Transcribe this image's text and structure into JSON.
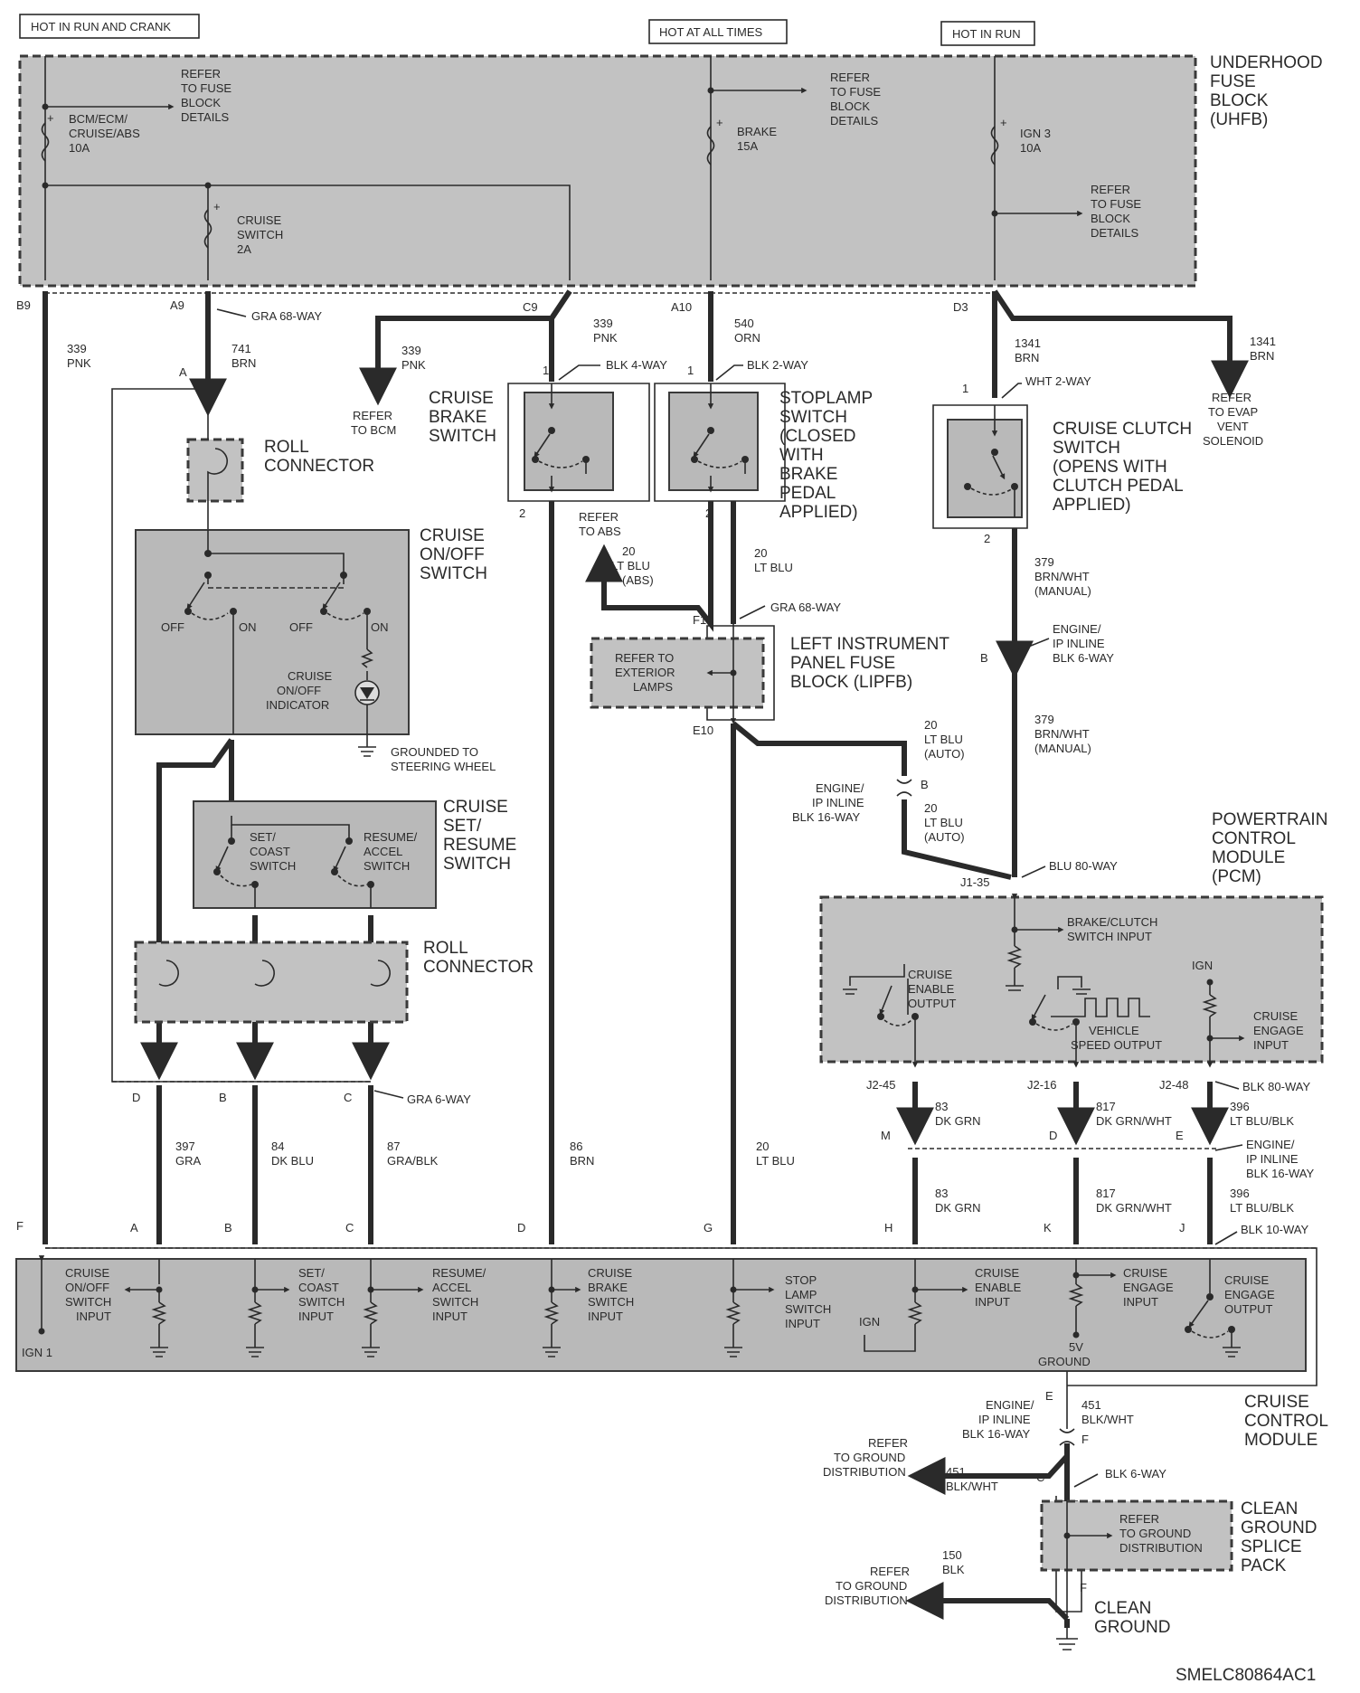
{
  "header": {
    "hot_run_crank": "HOT IN RUN AND CRANK",
    "hot_all_times": "HOT AT ALL TIMES",
    "hot_in_run": "HOT IN RUN"
  },
  "uhfb": {
    "title": [
      "UNDERHOOD",
      "FUSE",
      "BLOCK",
      "(UHFB)"
    ],
    "refer_left": [
      "REFER",
      "TO FUSE",
      "BLOCK",
      "DETAILS"
    ],
    "fuse_bcm": [
      "BCM/ECM/",
      "CRUISE/ABS",
      "10A"
    ],
    "fuse_cruise": [
      "CRUISE",
      "SWITCH",
      "2A"
    ],
    "fuse_brake": [
      "BRAKE",
      "15A"
    ],
    "refer_mid": [
      "REFER",
      "TO FUSE",
      "BLOCK",
      "DETAILS"
    ],
    "fuse_ign3": [
      "IGN 3",
      "10A"
    ],
    "refer_right": [
      "REFER",
      "TO FUSE",
      "BLOCK",
      "DETAILS"
    ]
  },
  "pins_top": {
    "b9": "B9",
    "a9": "A9",
    "c9": "C9",
    "a10": "A10",
    "d3": "D3",
    "gra68": "GRA 68-WAY"
  },
  "wires": {
    "w339_left": [
      "339",
      "PNK"
    ],
    "w741": [
      "741",
      "BRN"
    ],
    "w339_bcm": [
      "339",
      "PNK"
    ],
    "w339_brake": [
      "339",
      "PNK"
    ],
    "w540": [
      "540",
      "ORN"
    ],
    "w1341_a": [
      "1341",
      "BRN"
    ],
    "w1341_b": [
      "1341",
      "BRN"
    ],
    "w20_abs": [
      "20",
      "LT BLU",
      "(ABS)"
    ],
    "w20_lt": [
      "20",
      "LT BLU"
    ],
    "w379_top": [
      "379",
      "BRN/WHT",
      "(MANUAL)"
    ],
    "w379_bot": [
      "379",
      "BRN/WHT",
      "(MANUAL)"
    ],
    "w20_auto_a": [
      "20",
      "LT BLU",
      "(AUTO)"
    ],
    "w20_auto_b": [
      "20",
      "LT BLU",
      "(AUTO)"
    ],
    "w397": [
      "397",
      "GRA"
    ],
    "w84": [
      "84",
      "DK BLU"
    ],
    "w87": [
      "87",
      "GRA/BLK"
    ],
    "w86": [
      "86",
      "BRN"
    ],
    "w20_bot": [
      "20",
      "LT BLU"
    ],
    "w83_a": [
      "83",
      "DK GRN"
    ],
    "w817_a": [
      "817",
      "DK GRN/WHT"
    ],
    "w396_a": [
      "396",
      "LT BLU/BLK"
    ],
    "w83_b": [
      "83",
      "DK GRN"
    ],
    "w817_b": [
      "817",
      "DK GRN/WHT"
    ],
    "w396_b": [
      "396",
      "LT BLU/BLK"
    ],
    "w451_a": [
      "451",
      "BLK/WHT"
    ],
    "w451_b": [
      "451",
      "BLK/WHT"
    ],
    "w150": [
      "150",
      "BLK"
    ]
  },
  "left": {
    "pin_a": "A",
    "roll_connector": [
      "ROLL",
      "CONNECTOR"
    ],
    "onoff_title": [
      "CRUISE",
      "ON/OFF",
      "SWITCH"
    ],
    "off1": "OFF",
    "on1": "ON",
    "off2": "OFF",
    "on2": "ON",
    "indicator": [
      "CRUISE",
      "ON/OFF",
      "INDICATOR"
    ],
    "grounded": [
      "GROUNDED TO",
      "STEERING WHEEL"
    ],
    "setres_title": [
      "CRUISE",
      "SET/",
      "RESUME",
      "SWITCH"
    ],
    "set_coast": [
      "SET/",
      "COAST",
      "SWITCH"
    ],
    "resume_accel": [
      "RESUME/",
      "ACCEL",
      "SWITCH"
    ],
    "roll_connector2": [
      "ROLL",
      "CONNECTOR"
    ],
    "pin_d": "D",
    "pin_b": "B",
    "pin_c": "C",
    "gra6": "GRA 6-WAY"
  },
  "mid": {
    "refer_bcm": [
      "REFER",
      "TO BCM"
    ],
    "brake_title": [
      "CRUISE",
      "BRAKE",
      "SWITCH"
    ],
    "blk4": "BLK 4-WAY",
    "blk2": "BLK 2-WAY",
    "pin1a": "1",
    "pin1b": "1",
    "pin2a": "2",
    "pin2b": "2",
    "stoplamp_title": [
      "STOPLAMP",
      "SWITCH",
      "(CLOSED",
      "WITH",
      "BRAKE",
      "PEDAL",
      "APPLIED)"
    ],
    "refer_abs": [
      "REFER",
      "TO ABS"
    ],
    "gra68": "GRA 68-WAY",
    "f10": "F10",
    "e10": "E10",
    "refer_ext": [
      "REFER TO",
      "EXTERIOR",
      "LAMPS"
    ],
    "lipfb": [
      "LEFT INSTRUMENT",
      "PANEL FUSE",
      "BLOCK (LIPFB)"
    ]
  },
  "right": {
    "wht2": "WHT 2-WAY",
    "pin1": "1",
    "pin2": "2",
    "clutch_title": [
      "CRUISE CLUTCH",
      "SWITCH",
      "(OPENS WITH",
      "CLUTCH PEDAL",
      "APPLIED)"
    ],
    "refer_evap": [
      "REFER",
      "TO EVAP",
      "VENT",
      "SOLENOID"
    ],
    "inline6": [
      "ENGINE/",
      "IP INLINE",
      "BLK 6-WAY"
    ],
    "pin_b": "B",
    "inline16": [
      "ENGINE/",
      "IP INLINE",
      "BLK 16-WAY"
    ],
    "pin_b2": "B",
    "blu80": "BLU 80-WAY",
    "j135": "J1-35",
    "pcm_title": [
      "POWERTRAIN",
      "CONTROL",
      "MODULE",
      "(PCM)"
    ],
    "brake_clutch": [
      "BRAKE/CLUTCH",
      "SWITCH INPUT"
    ],
    "enable_out": [
      "CRUISE",
      "ENABLE",
      "OUTPUT"
    ],
    "ign": "IGN",
    "vss": [
      "VEHICLE",
      "SPEED OUTPUT"
    ],
    "engage_in": [
      "CRUISE",
      "ENGAGE",
      "INPUT"
    ],
    "j245": "J2-45",
    "j216": "J2-16",
    "j248": "J2-48",
    "blk80": "BLK 80-WAY",
    "pin_m": "M",
    "pin_d": "D",
    "pin_e": "E",
    "inline16b": [
      "ENGINE/",
      "IP INLINE",
      "BLK 16-WAY"
    ]
  },
  "ccm": {
    "pins": [
      "F",
      "A",
      "B",
      "C",
      "D",
      "G",
      "H",
      "K",
      "J"
    ],
    "blk10": "BLK 10-WAY",
    "onoff": [
      "CRUISE",
      "ON/OFF",
      "SWITCH",
      "INPUT"
    ],
    "ign1": "IGN 1",
    "set_coast": [
      "SET/",
      "COAST",
      "SWITCH",
      "INPUT"
    ],
    "resume": [
      "RESUME/",
      "ACCEL",
      "SWITCH",
      "INPUT"
    ],
    "brake": [
      "CRUISE",
      "BRAKE",
      "SWITCH",
      "INPUT"
    ],
    "stop": [
      "STOP",
      "LAMP",
      "SWITCH",
      "INPUT"
    ],
    "ign": "IGN",
    "enable": [
      "CRUISE",
      "ENABLE",
      "INPUT"
    ],
    "engage_in": [
      "CRUISE",
      "ENGAGE",
      "INPUT"
    ],
    "v5": "5V",
    "ground": "GROUND",
    "engage_out": [
      "CRUISE",
      "ENGAGE",
      "OUTPUT"
    ],
    "title": [
      "CRUISE",
      "CONTROL",
      "MODULE"
    ]
  },
  "bottom": {
    "pin_e": "E",
    "inline16": [
      "ENGINE/",
      "IP INLINE",
      "BLK 16-WAY"
    ],
    "pin_f": "F",
    "refer_gnd1": [
      "REFER",
      "TO GROUND",
      "DISTRIBUTION"
    ],
    "pin_c": "C",
    "blk6": "BLK 6-WAY",
    "refer_splice": [
      "REFER",
      "TO GROUND",
      "DISTRIBUTION"
    ],
    "splice_title": [
      "CLEAN",
      "GROUND",
      "SPLICE",
      "PACK"
    ],
    "refer_gnd2": [
      "REFER",
      "TO GROUND",
      "DISTRIBUTION"
    ],
    "pin_f2": "F",
    "clean_ground": [
      "CLEAN",
      "GROUND"
    ],
    "code": "SMELC80864AC1"
  }
}
